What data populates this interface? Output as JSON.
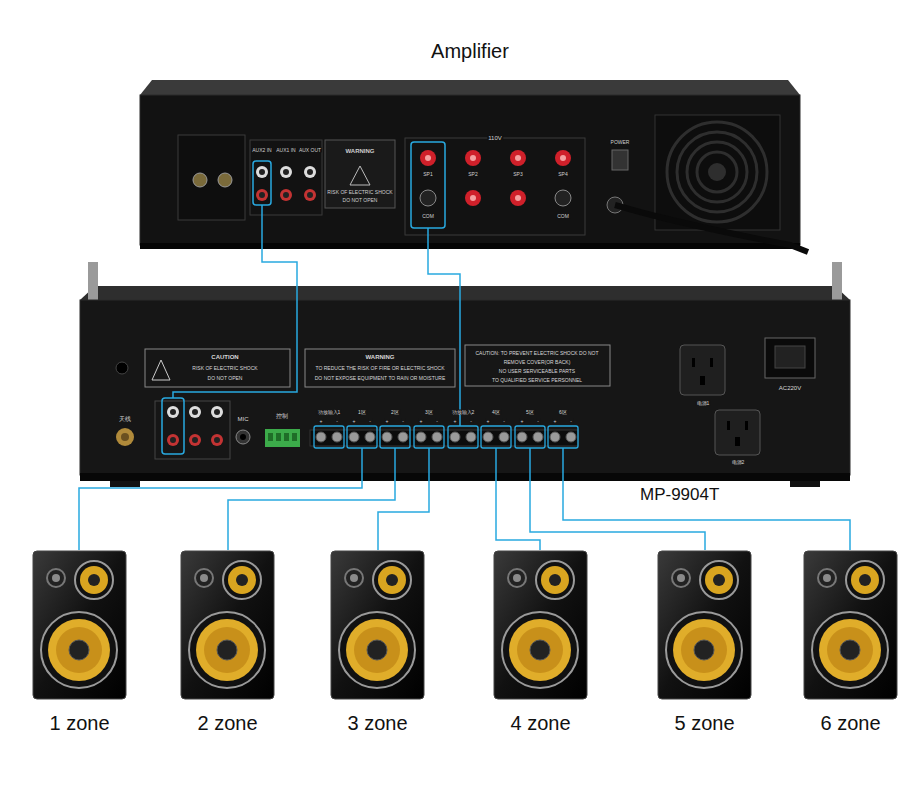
{
  "diagram": {
    "nodes": [
      {
        "text": [
          "Amplifier"
        ]
      },
      {
        "text": [
          "MP-9904T"
        ]
      },
      {
        "text": [
          "1 zone"
        ]
      },
      {
        "text": [
          "2 zone"
        ]
      },
      {
        "text": [
          "3 zone"
        ]
      },
      {
        "text": [
          "4 zone"
        ]
      },
      {
        "text": [
          "5 zone"
        ]
      },
      {
        "text": [
          "6 zone"
        ]
      }
    ],
    "edges": [
      {
        "from": 0,
        "to": 1,
        "arrow": "none"
      },
      {
        "from": 0,
        "to": 1,
        "arrow": "none"
      },
      {
        "from": 1,
        "to": 2,
        "arrow": "none"
      },
      {
        "from": 1,
        "to": 3,
        "arrow": "none"
      },
      {
        "from": 1,
        "to": 4,
        "arrow": "none"
      },
      {
        "from": 1,
        "to": 5,
        "arrow": "none"
      },
      {
        "from": 1,
        "to": 6,
        "arrow": "none"
      },
      {
        "from": 1,
        "to": 7,
        "arrow": "none"
      }
    ],
    "labels": [
      "AUX2 IN",
      "AUX1 IN",
      "AUX OUT",
      "WARNING",
      "RISK OF ELECTRIC SHOCK",
      "DO NOT OPEN",
      "110V",
      "SP1",
      "SP2",
      "SP3",
      "SP4",
      "COM",
      "COM",
      "POWER",
      "CAUTION",
      "RISK OF ELECTRIC SHOCK",
      "DO NOT OPEN",
      "WARNING",
      "TO REDUCE THE RISK OF FIRE OR ELECTRIC SHOCK",
      "DO NOT EXPOSE EQUIPMENT TO RAIN OR MOISTURE",
      "CAUTION: TO PREVENT ELECTRIC SHOCK DO NOT",
      "REMOVE COVER(OR BACK)",
      "NO USER SERVICEABLE PARTS",
      "TO QUALIFIED SERVICE PERSONNEL",
      "天线",
      "MIC",
      "控制",
      "功放输入1",
      "1区",
      "2区",
      "3区",
      "功放输入2",
      "4区",
      "5区",
      "6区",
      "电源1",
      "电源2",
      "AC220V",
      "+",
      "-",
      "+",
      "-",
      "+",
      "-",
      "+",
      "-",
      "+",
      "-",
      "+",
      "-",
      "+",
      "-",
      "+",
      "-"
    ]
  }
}
